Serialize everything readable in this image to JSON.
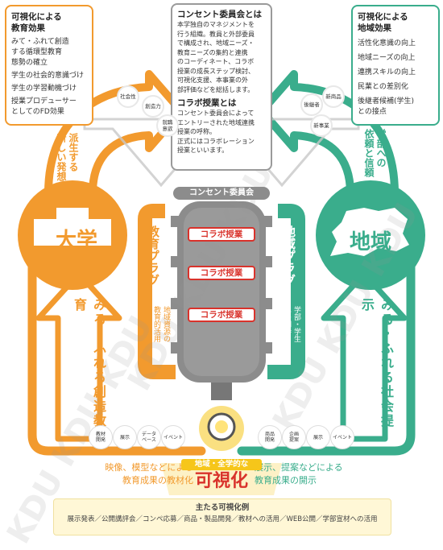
{
  "colors": {
    "orange": "#f29a2e",
    "green": "#3aad8c",
    "gray": "#8c8c8c",
    "red": "#d9322b",
    "yellow": "#f6c61a",
    "cream": "#fff7d6"
  },
  "university_effects": {
    "title_line1": "可視化による",
    "title_line2": "教育効果",
    "lines": [
      "みて・ふれて創造",
      "する循環型教育",
      "態勢の確立",
      "学生の社会的意識づけ",
      "学生の学習動機づけ",
      "授業プロデューサー",
      "としてのFD効果"
    ]
  },
  "consent_box": {
    "title": "コンセント委員会とは",
    "body": [
      "本学独自のマネジメントを",
      "行う組織。教員と外部委員",
      "で構成され、地域ニーズ・",
      "教育ニーズの集約と連携",
      "のコーディネート、コラボ",
      "授業の成長ステップ検討、",
      "可視化支援、本事業の外",
      "部評価などを総括します。"
    ],
    "title2": "コラボ授業とは",
    "body2": [
      "コンセント委員会によって",
      "エントリーされた地域連携",
      "授業の呼称。",
      "正式にはコラボレーション",
      "授業といいます。"
    ]
  },
  "region_effects": {
    "title_line1": "可視化による",
    "title_line2": "地域効果",
    "lines": [
      "活性化意識の向上",
      "地域ニーズの向上",
      "連携スキルの向上",
      "民業との差別化",
      "後継者候補(学生)",
      "との接点"
    ]
  },
  "left_chips": [
    "社会性",
    "創造力",
    "就職\n意欲"
  ],
  "right_chips": [
    "後継者",
    "新商品",
    "新事業"
  ],
  "university": {
    "label": "大学",
    "arrow_text": "派生する\n新しい発想",
    "bottom_text": "みる・ふれる創造教育"
  },
  "region": {
    "label": "地域",
    "arrow_text": "学部への\n依頼と信頼",
    "bottom_text": "みる・ふれる社会提示"
  },
  "center": {
    "consent_label": "コンセント委員会",
    "left_plug": "教育プラグ",
    "right_plug": "地域プラグ",
    "left_sub": "地域資源の\n教育的活用",
    "right_sub": "学部・学生\nへの期待",
    "collab_labels": [
      "コラボ授業",
      "コラボ授業",
      "コラボ授業"
    ]
  },
  "left_pills": [
    "教材\n開発",
    "展示",
    "データ\nベース",
    "イベント"
  ],
  "right_pills": [
    "商品\n開発",
    "企画\n提案",
    "展示",
    "イベント"
  ],
  "bottom": {
    "left_caption_1": "映像、模型などによる",
    "left_caption_2": "教育成果の教材化",
    "right_caption_1": "展示、提案などによる",
    "right_caption_2": "教育成果の開示",
    "visual_small": "地域・全学的な",
    "visual_big": "可視化",
    "examples_title": "主たる可視化例",
    "examples_body": "展示発表／公開講評会／コンペ応募／商品・製品開発／教材への活用／WEB公開／学部宣材への活用"
  },
  "watermark": [
    "KDU KDU KDU",
    "KDU KDU KDU",
    "KDU KDU KDU"
  ]
}
